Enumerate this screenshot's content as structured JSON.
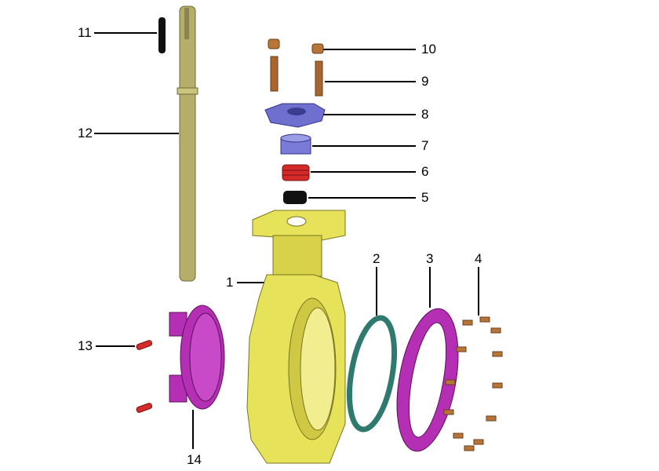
{
  "diagram": {
    "type": "exploded-assembly",
    "labels": [
      "1",
      "2",
      "3",
      "4",
      "5",
      "6",
      "7",
      "8",
      "9",
      "10",
      "11",
      "12",
      "13",
      "14"
    ],
    "colors": {
      "body": "#e6e25a",
      "shaft": "#b4ae6a",
      "seal": "#2f7a6e",
      "flange": "#b52fb5",
      "bolt": "#b8753a",
      "gland": "#6f6fd0",
      "packing": "#d42a2a",
      "oring": "#111111"
    }
  }
}
